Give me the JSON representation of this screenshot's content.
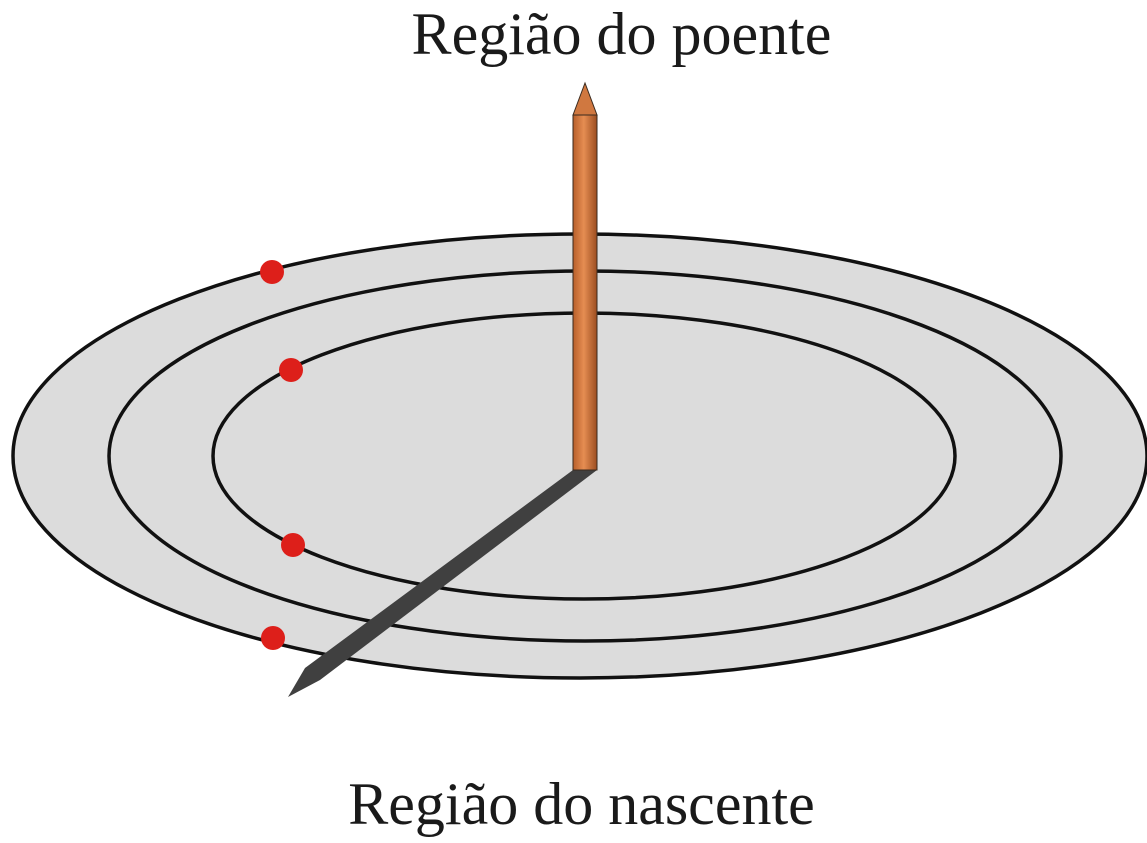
{
  "labels": {
    "top": "Região do poente",
    "bottom": "Região do nascente"
  },
  "colors": {
    "disc_fill": "#dcdcdc",
    "ring_stroke": "#111111",
    "gnomon_light": "#e0874a",
    "gnomon_dark": "#a65424",
    "shadow": "#404040",
    "marker": "#dd1f1a"
  },
  "diagram": {
    "rings": 3,
    "markers": 4,
    "elements": [
      "horizontal-disc",
      "vertical-gnomon",
      "gnomon-shadow",
      "sun-position-markers"
    ]
  }
}
